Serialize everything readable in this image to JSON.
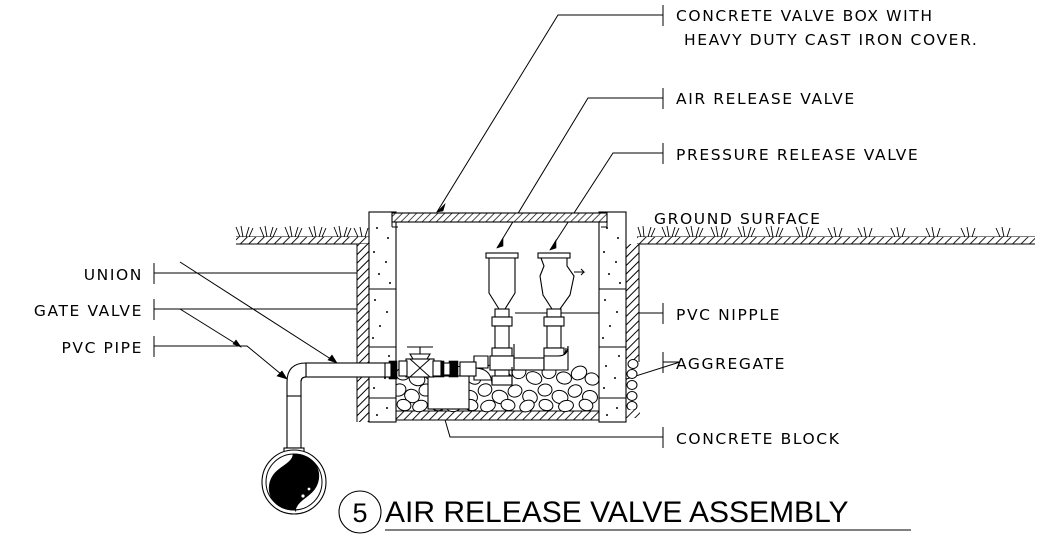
{
  "drawing": {
    "type": "engineering-detail",
    "title": "AIR RELEASE VALVE ASSEMBLY",
    "detail_number": "5"
  },
  "labels": {
    "right": [
      {
        "id": "concrete-valve-box",
        "line1": "CONCRETE VALVE BOX WITH",
        "line2": "HEAVY DUTY CAST IRON COVER."
      },
      {
        "id": "air-release-valve",
        "line1": "AIR RELEASE VALVE",
        "line2": ""
      },
      {
        "id": "pressure-release-valve",
        "line1": "PRESSURE RELEASE VALVE",
        "line2": ""
      },
      {
        "id": "ground-surface",
        "line1": "GROUND SURFACE",
        "line2": ""
      },
      {
        "id": "pvc-nipple",
        "line1": "PVC NIPPLE",
        "line2": ""
      },
      {
        "id": "aggregate",
        "line1": "AGGREGATE",
        "line2": ""
      },
      {
        "id": "concrete-block",
        "line1": "CONCRETE BLOCK",
        "line2": ""
      }
    ],
    "left": [
      {
        "id": "union",
        "text": "UNION"
      },
      {
        "id": "gate-valve",
        "text": "GATE VALVE"
      },
      {
        "id": "pvc-pipe",
        "text": "PVC PIPE"
      }
    ]
  },
  "colors": {
    "ink": "#000000",
    "paper": "#ffffff"
  }
}
